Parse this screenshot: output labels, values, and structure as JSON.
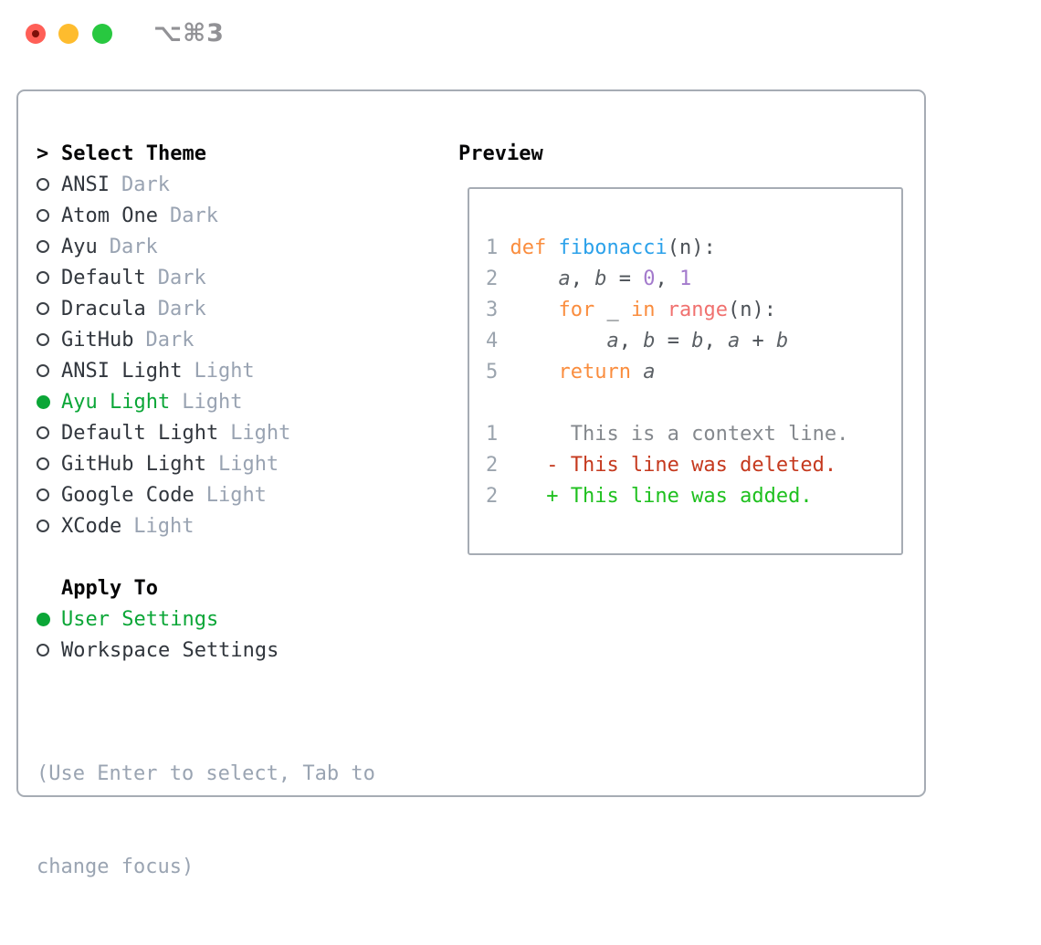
{
  "window": {
    "title": "⌥⌘3",
    "traffic_lights": [
      "close",
      "minimize",
      "zoom"
    ]
  },
  "theme_picker": {
    "header_prefix": ">",
    "header": "Select Theme",
    "items": [
      {
        "name": "ANSI",
        "tag": "Dark",
        "selected": false
      },
      {
        "name": "Atom One",
        "tag": "Dark",
        "selected": false
      },
      {
        "name": "Ayu",
        "tag": "Dark",
        "selected": false
      },
      {
        "name": "Default",
        "tag": "Dark",
        "selected": false
      },
      {
        "name": "Dracula",
        "tag": "Dark",
        "selected": false
      },
      {
        "name": "GitHub",
        "tag": "Dark",
        "selected": false
      },
      {
        "name": "ANSI Light",
        "tag": "Light",
        "selected": false
      },
      {
        "name": "Ayu Light",
        "tag": "Light",
        "selected": true
      },
      {
        "name": "Default Light",
        "tag": "Light",
        "selected": false
      },
      {
        "name": "GitHub Light",
        "tag": "Light",
        "selected": false
      },
      {
        "name": "Google Code",
        "tag": "Light",
        "selected": false
      },
      {
        "name": "XCode",
        "tag": "Light",
        "selected": false
      }
    ],
    "apply_to": {
      "header": "Apply To",
      "options": [
        {
          "name": "User Settings",
          "selected": true
        },
        {
          "name": "Workspace Settings",
          "selected": false
        }
      ]
    },
    "hint_line1": "(Use Enter to select, Tab to",
    "hint_line2": "change focus)"
  },
  "preview": {
    "header": "Preview",
    "code_lines": [
      {
        "num": "1",
        "tokens": [
          {
            "t": "def",
            "c": "kw"
          },
          {
            "t": " ",
            "c": "fg"
          },
          {
            "t": "fibonacci",
            "c": "fn"
          },
          {
            "t": "(n):",
            "c": "fg"
          }
        ]
      },
      {
        "num": "2",
        "tokens": [
          {
            "t": "    ",
            "c": "fg"
          },
          {
            "t": "a",
            "c": "var"
          },
          {
            "t": ", ",
            "c": "fg"
          },
          {
            "t": "b",
            "c": "var"
          },
          {
            "t": " = ",
            "c": "fg"
          },
          {
            "t": "0",
            "c": "num"
          },
          {
            "t": ", ",
            "c": "fg"
          },
          {
            "t": "1",
            "c": "num"
          }
        ]
      },
      {
        "num": "3",
        "tokens": [
          {
            "t": "    ",
            "c": "fg"
          },
          {
            "t": "for",
            "c": "kw"
          },
          {
            "t": " _ ",
            "c": "fg"
          },
          {
            "t": "in",
            "c": "kw"
          },
          {
            "t": " ",
            "c": "fg"
          },
          {
            "t": "range",
            "c": "call"
          },
          {
            "t": "(n):",
            "c": "fg"
          }
        ]
      },
      {
        "num": "4",
        "tokens": [
          {
            "t": "        ",
            "c": "fg"
          },
          {
            "t": "a",
            "c": "var"
          },
          {
            "t": ", ",
            "c": "fg"
          },
          {
            "t": "b",
            "c": "var"
          },
          {
            "t": " = ",
            "c": "fg"
          },
          {
            "t": "b",
            "c": "var"
          },
          {
            "t": ", ",
            "c": "fg"
          },
          {
            "t": "a",
            "c": "var"
          },
          {
            "t": " + ",
            "c": "fg"
          },
          {
            "t": "b",
            "c": "var"
          }
        ]
      },
      {
        "num": "5",
        "tokens": [
          {
            "t": "    ",
            "c": "fg"
          },
          {
            "t": "return",
            "c": "kw"
          },
          {
            "t": " ",
            "c": "fg"
          },
          {
            "t": "a",
            "c": "var"
          }
        ]
      },
      {
        "num": "",
        "tokens": []
      },
      {
        "num": "1",
        "tokens": [
          {
            "t": "     This is a context line.",
            "c": "ctx"
          }
        ]
      },
      {
        "num": "2",
        "tokens": [
          {
            "t": "   - This line was deleted.",
            "c": "del"
          }
        ]
      },
      {
        "num": "2",
        "tokens": [
          {
            "t": "   + This line was added.",
            "c": "add"
          }
        ]
      }
    ]
  },
  "colors": {
    "selection_green": "#0ba637",
    "added_green": "#1ec01e",
    "deleted_red": "#c5391e",
    "keyword_orange": "#fa8d3e",
    "function_blue": "#2ba1ea",
    "number_purple": "#a37acc",
    "builtin_coral": "#f0716f",
    "muted_gray": "#99a3b2",
    "border_gray": "#a6acb4",
    "traffic_red": "#ff5f57",
    "traffic_yellow": "#febc2e",
    "traffic_green": "#28c840"
  }
}
